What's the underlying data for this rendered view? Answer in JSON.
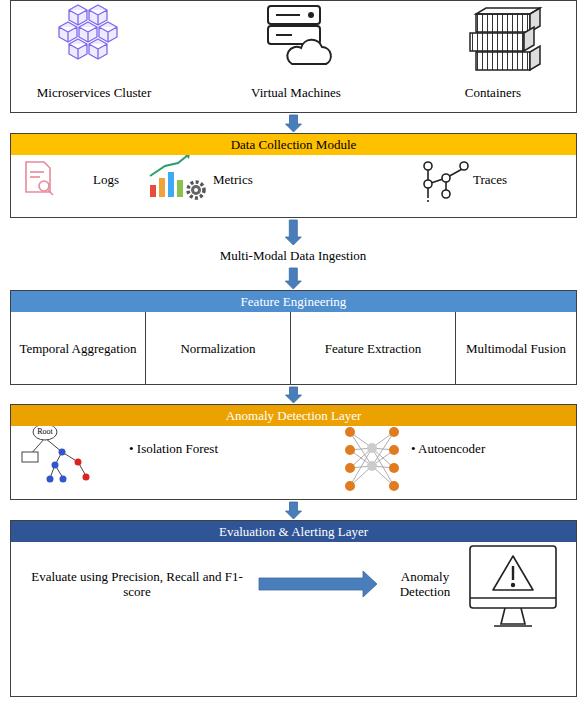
{
  "diagram": {
    "nodes": [
      {
        "text": [
          "Microservices Cluster",
          "Virtual Machines",
          "Containers"
        ]
      },
      {
        "text": [
          "Data Collection Module",
          "Logs",
          "Metrics",
          "Traces"
        ]
      },
      {
        "text": [
          "Multi-Modal Data Ingestion"
        ]
      },
      {
        "text": [
          "Feature Engineering"
        ]
      },
      {
        "text": [
          "Temporal Aggregation"
        ],
        "in": 3
      },
      {
        "text": [
          "Normalization"
        ],
        "in": 3
      },
      {
        "text": [
          "Feature Extraction"
        ],
        "in": 3
      },
      {
        "text": [
          "Multimodal Fusion"
        ],
        "in": 3
      },
      {
        "text": [
          "Anomaly Detection Layer",
          "• Isolation Forest",
          "• Autoencoder"
        ]
      },
      {
        "text": [
          "Evaluation & Alerting Layer"
        ]
      },
      {
        "text": [
          "Evaluate using Precision, Recall and F1-score"
        ],
        "in": 9
      },
      {
        "text": [
          "Anomaly Detection"
        ],
        "in": 9
      }
    ],
    "edges": [
      {
        "from": 0,
        "to": 1,
        "arrow": "to"
      },
      {
        "from": 1,
        "to": 2,
        "arrow": "to"
      },
      {
        "from": 2,
        "to": 3,
        "arrow": "to"
      },
      {
        "from": 3,
        "to": 8,
        "arrow": "to"
      },
      {
        "from": 8,
        "to": 9,
        "arrow": "to"
      },
      {
        "from": 10,
        "to": 11,
        "arrow": "to"
      }
    ],
    "labels": [
      "Root"
    ]
  }
}
